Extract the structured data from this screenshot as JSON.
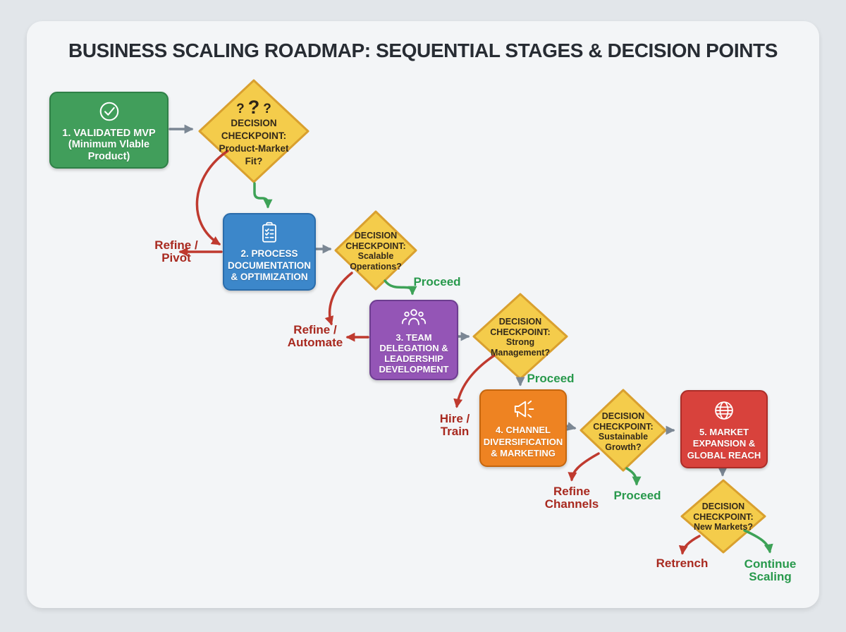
{
  "title": "BUSINESS SCALING ROADMAP: SEQUENTIAL STAGES & DECISION POINTS",
  "stages": [
    {
      "icon": "check-circle-icon",
      "fill": "#419e5b",
      "lines": [
        "1. VALIDATED MVP",
        "(Minimum Vlable",
        "Product)"
      ]
    },
    {
      "icon": "clipboard-checklist-icon",
      "fill": "#3c87ca",
      "lines": [
        "2. PROCESS",
        "DOCUMENTATION",
        "& OPTIMIZATION"
      ]
    },
    {
      "icon": "team-icon",
      "fill": "#9455b6",
      "lines": [
        "3. TEAM",
        "DELEGATION &",
        "LEADERSHIP",
        "DEVELOPMENT"
      ]
    },
    {
      "icon": "megaphone-icon",
      "fill": "#ee8322",
      "lines": [
        "4. CHANNEL",
        "DIVERSIFICATION",
        "& MARKETING"
      ]
    },
    {
      "icon": "globe-icon",
      "fill": "#d8423c",
      "lines": [
        "5. MARKET",
        "EXPANSION &",
        "GLOBAL REACH"
      ]
    }
  ],
  "decisions": [
    {
      "qmarks": [
        "?",
        "?",
        "?"
      ],
      "lines": [
        "DECISION",
        "CHECKPOINT:",
        "Product-Market",
        "Fit?"
      ]
    },
    {
      "lines": [
        "DECISION",
        "CHECKPOINT:",
        "Scalable",
        "Operations?"
      ]
    },
    {
      "lines": [
        "DECISION",
        "CHECKPOINT:",
        "Strong",
        "Management?"
      ]
    },
    {
      "lines": [
        "DECISION",
        "CHECKPOINT:",
        "Sustainable",
        "Growth?"
      ]
    },
    {
      "lines": [
        "DECISION",
        "CHECKPOINT:",
        "New Markets?"
      ]
    }
  ],
  "edge_labels": {
    "refine_pivot": [
      "Refine /",
      "Pivot"
    ],
    "proceed_1": "Proceed",
    "refine_automate": [
      "Refine /",
      "Automate"
    ],
    "proceed_2": "Proceed",
    "hire_train": [
      "Hire /",
      "Train"
    ],
    "refine_channels": [
      "Refine",
      "Channels"
    ],
    "proceed_3": "Proceed",
    "retrench": "Retrench",
    "continue_scaling": [
      "Continue",
      "Scaling"
    ]
  },
  "colors": {
    "decision_fill": "#f4cc4b",
    "decision_border": "#d9a02f",
    "arrow_gray": "#7b8794",
    "arrow_green": "#3da257",
    "arrow_red": "#bf3a2f"
  }
}
